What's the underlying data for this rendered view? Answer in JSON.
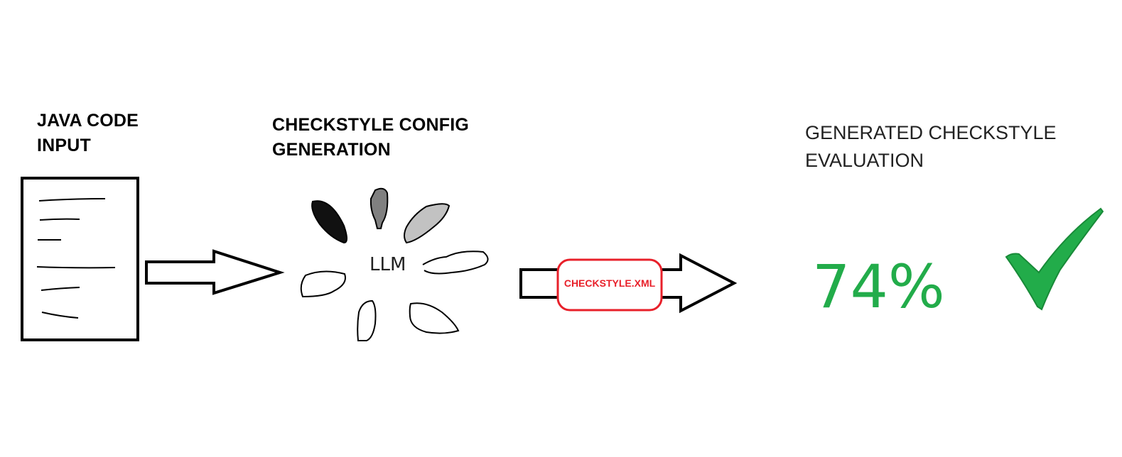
{
  "stage1": {
    "title_line1": "JAVA CODE",
    "title_line2": "INPUT"
  },
  "stage2": {
    "title_line1": "CHECKSTYLE CONFIG",
    "title_line2": "GENERATION",
    "center_label": "LLM"
  },
  "artifact": {
    "label": "CHECKSTYLE.XML",
    "color": "#e8202a"
  },
  "stage3": {
    "title_line1": "GENERATED CHECKSTYLE",
    "title_line2": "EVALUATION",
    "score": "74%",
    "score_color": "#22ac4a",
    "icon": "checkmark-icon"
  }
}
